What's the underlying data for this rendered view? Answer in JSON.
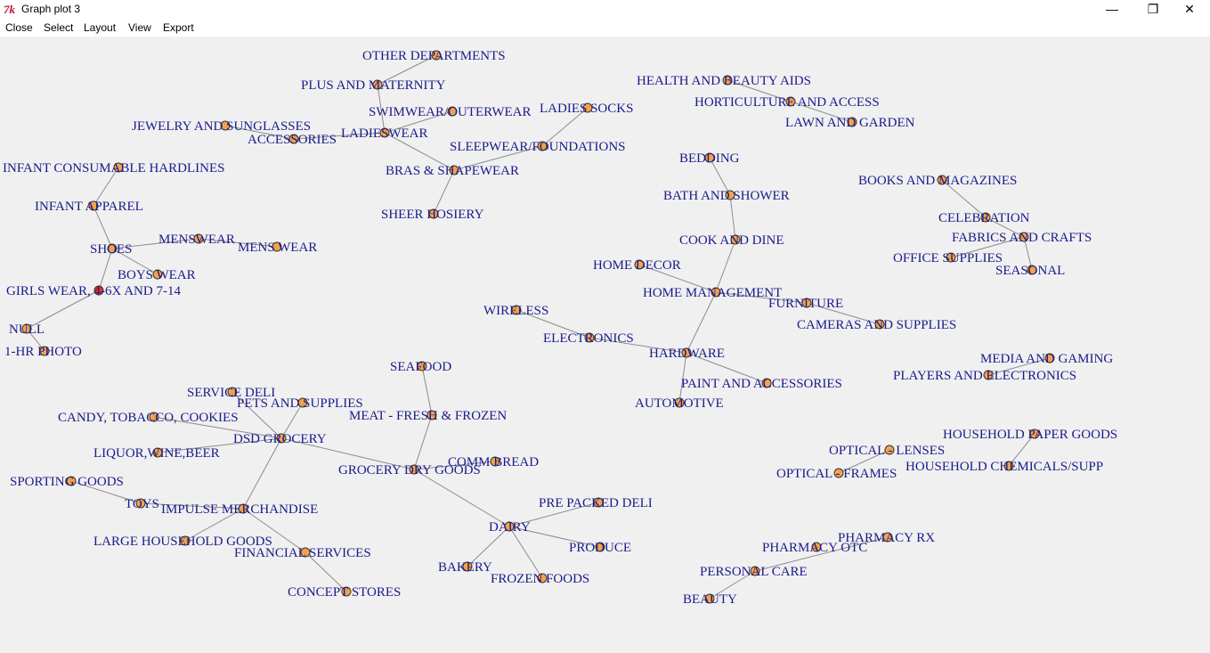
{
  "window": {
    "title": "Graph plot 3",
    "icon": "tk-icon",
    "minimize_glyph": "—",
    "maximize_glyph": "❐",
    "close_glyph": "✕"
  },
  "menu": [
    {
      "id": "close",
      "label": "Close"
    },
    {
      "id": "select",
      "label": "Select"
    },
    {
      "id": "layout",
      "label": "Layout"
    },
    {
      "id": "view",
      "label": "View"
    },
    {
      "id": "export",
      "label": "Export"
    }
  ],
  "colors": {
    "node_fill": "#f4a24a",
    "node_selected_fill": "#e8302a",
    "node_stroke": "#333333",
    "edge": "#8c8c8c",
    "label": "#1a1a8c",
    "canvas": "#f0f0f0"
  },
  "graph": {
    "nodes": [
      {
        "id": "other_departments",
        "label": "OTHER DEPARTMENTS"
      },
      {
        "id": "plus_maternity",
        "label": "PLUS AND MATERNITY"
      },
      {
        "id": "swimwear",
        "label": "SWIMWEAR/OUTERWEAR"
      },
      {
        "id": "ladies_socks",
        "label": "LADIES SOCKS"
      },
      {
        "id": "jewelry",
        "label": "JEWELRY AND SUNGLASSES"
      },
      {
        "id": "accessories",
        "label": "ACCESSORIES"
      },
      {
        "id": "ladieswear",
        "label": "LADIESWEAR"
      },
      {
        "id": "sleepwear",
        "label": "SLEEPWEAR/FOUNDATIONS"
      },
      {
        "id": "bras",
        "label": "BRAS & SHAPEWEAR"
      },
      {
        "id": "sheer_hosiery",
        "label": "SHEER HOSIERY"
      },
      {
        "id": "infant_hardlines",
        "label": "INFANT CONSUMABLE HARDLINES"
      },
      {
        "id": "infant_apparel",
        "label": "INFANT APPAREL"
      },
      {
        "id": "shoes",
        "label": "SHOES"
      },
      {
        "id": "menswear1",
        "label": "MENSWEAR"
      },
      {
        "id": "menswear2",
        "label": "MENS WEAR"
      },
      {
        "id": "boyswear",
        "label": "BOYS WEAR"
      },
      {
        "id": "girls_wear",
        "label": "GIRLS WEAR, 4-6X  AND 7-14",
        "selected": true
      },
      {
        "id": "null",
        "label": "NULL"
      },
      {
        "id": "one_hr_photo",
        "label": "1-HR PHOTO"
      },
      {
        "id": "health_beauty",
        "label": "HEALTH AND BEAUTY AIDS"
      },
      {
        "id": "horticulture",
        "label": "HORTICULTURE AND ACCESS"
      },
      {
        "id": "lawn_garden",
        "label": "LAWN AND GARDEN"
      },
      {
        "id": "bedding",
        "label": "BEDDING"
      },
      {
        "id": "bath_shower",
        "label": "BATH AND SHOWER"
      },
      {
        "id": "cook_dine",
        "label": "COOK AND DINE"
      },
      {
        "id": "home_decor",
        "label": "HOME DECOR"
      },
      {
        "id": "home_management",
        "label": "HOME MANAGEMENT"
      },
      {
        "id": "furniture",
        "label": "FURNITURE"
      },
      {
        "id": "cameras",
        "label": "CAMERAS AND SUPPLIES"
      },
      {
        "id": "wireless",
        "label": "WIRELESS"
      },
      {
        "id": "electronics",
        "label": "ELECTRONICS"
      },
      {
        "id": "hardware",
        "label": "HARDWARE"
      },
      {
        "id": "paint",
        "label": "PAINT AND ACCESSORIES"
      },
      {
        "id": "automotive",
        "label": "AUTOMOTIVE"
      },
      {
        "id": "books",
        "label": "BOOKS AND MAGAZINES"
      },
      {
        "id": "celebration",
        "label": "CELEBRATION"
      },
      {
        "id": "fabrics",
        "label": "FABRICS AND CRAFTS"
      },
      {
        "id": "office",
        "label": "OFFICE SUPPLIES"
      },
      {
        "id": "seasonal",
        "label": "SEASONAL"
      },
      {
        "id": "media_gaming",
        "label": "MEDIA AND GAMING"
      },
      {
        "id": "players",
        "label": "PLAYERS AND ELECTRONICS"
      },
      {
        "id": "seafood",
        "label": "SEAFOOD"
      },
      {
        "id": "service_deli",
        "label": "SERVICE DELI"
      },
      {
        "id": "pets",
        "label": "PETS AND SUPPLIES"
      },
      {
        "id": "meat",
        "label": "MEAT - FRESH & FROZEN"
      },
      {
        "id": "candy",
        "label": "CANDY, TOBACCO, COOKIES"
      },
      {
        "id": "dsd_grocery",
        "label": "DSD GROCERY"
      },
      {
        "id": "liquor",
        "label": "LIQUOR,WINE,BEER"
      },
      {
        "id": "comm_bread",
        "label": "COMM BREAD"
      },
      {
        "id": "grocery_dry",
        "label": "GROCERY DRY GOODS"
      },
      {
        "id": "sporting",
        "label": "SPORTING GOODS"
      },
      {
        "id": "toys",
        "label": "TOYS"
      },
      {
        "id": "impulse",
        "label": "IMPULSE MERCHANDISE"
      },
      {
        "id": "pre_packed_deli",
        "label": "PRE PACKED DELI"
      },
      {
        "id": "dairy",
        "label": "DAIRY"
      },
      {
        "id": "large_household",
        "label": "LARGE HOUSEHOLD GOODS"
      },
      {
        "id": "financial",
        "label": "FINANCIAL SERVICES"
      },
      {
        "id": "produce",
        "label": "PRODUCE"
      },
      {
        "id": "bakery",
        "label": "BAKERY"
      },
      {
        "id": "frozen",
        "label": "FROZEN FOODS"
      },
      {
        "id": "concept",
        "label": "CONCEPT STORES"
      },
      {
        "id": "household_paper",
        "label": "HOUSEHOLD PAPER GOODS"
      },
      {
        "id": "optical_lenses",
        "label": "OPTICAL - LENSES"
      },
      {
        "id": "household_chem",
        "label": "HOUSEHOLD CHEMICALS/SUPP"
      },
      {
        "id": "optical_frames",
        "label": "OPTICAL - FRAMES"
      },
      {
        "id": "pharmacy_rx",
        "label": "PHARMACY RX"
      },
      {
        "id": "pharmacy_otc",
        "label": "PHARMACY OTC"
      },
      {
        "id": "personal_care",
        "label": "PERSONAL CARE"
      },
      {
        "id": "beauty",
        "label": "BEAUTY"
      }
    ],
    "edges": [
      [
        "other_departments",
        "plus_maternity"
      ],
      [
        "plus_maternity",
        "ladieswear"
      ],
      [
        "swimwear",
        "ladieswear"
      ],
      [
        "ladieswear",
        "bras"
      ],
      [
        "jewelry",
        "accessories"
      ],
      [
        "accessories",
        "ladieswear"
      ],
      [
        "ladies_socks",
        "sleepwear"
      ],
      [
        "sleepwear",
        "bras"
      ],
      [
        "bras",
        "sheer_hosiery"
      ],
      [
        "infant_hardlines",
        "infant_apparel"
      ],
      [
        "infant_apparel",
        "shoes"
      ],
      [
        "shoes",
        "menswear1"
      ],
      [
        "shoes",
        "boyswear"
      ],
      [
        "shoes",
        "girls_wear"
      ],
      [
        "menswear1",
        "menswear2"
      ],
      [
        "girls_wear",
        "null"
      ],
      [
        "null",
        "one_hr_photo"
      ],
      [
        "health_beauty",
        "horticulture"
      ],
      [
        "horticulture",
        "lawn_garden"
      ],
      [
        "bedding",
        "bath_shower"
      ],
      [
        "bath_shower",
        "cook_dine"
      ],
      [
        "cook_dine",
        "home_management"
      ],
      [
        "home_decor",
        "home_management"
      ],
      [
        "home_management",
        "furniture"
      ],
      [
        "home_management",
        "hardware"
      ],
      [
        "furniture",
        "cameras"
      ],
      [
        "wireless",
        "electronics"
      ],
      [
        "electronics",
        "hardware"
      ],
      [
        "hardware",
        "paint"
      ],
      [
        "hardware",
        "automotive"
      ],
      [
        "books",
        "celebration"
      ],
      [
        "celebration",
        "fabrics"
      ],
      [
        "fabrics",
        "office"
      ],
      [
        "fabrics",
        "seasonal"
      ],
      [
        "media_gaming",
        "players"
      ],
      [
        "seafood",
        "meat"
      ],
      [
        "meat",
        "grocery_dry"
      ],
      [
        "service_deli",
        "dsd_grocery"
      ],
      [
        "pets",
        "dsd_grocery"
      ],
      [
        "candy",
        "dsd_grocery"
      ],
      [
        "liquor",
        "dsd_grocery"
      ],
      [
        "dsd_grocery",
        "grocery_dry"
      ],
      [
        "dsd_grocery",
        "impulse"
      ],
      [
        "comm_bread",
        "grocery_dry"
      ],
      [
        "grocery_dry",
        "dairy"
      ],
      [
        "sporting",
        "toys"
      ],
      [
        "toys",
        "impulse"
      ],
      [
        "impulse",
        "large_household"
      ],
      [
        "impulse",
        "financial"
      ],
      [
        "financial",
        "concept"
      ],
      [
        "pre_packed_deli",
        "dairy"
      ],
      [
        "dairy",
        "produce"
      ],
      [
        "dairy",
        "bakery"
      ],
      [
        "dairy",
        "frozen"
      ],
      [
        "household_paper",
        "household_chem"
      ],
      [
        "optical_lenses",
        "optical_frames"
      ],
      [
        "pharmacy_rx",
        "personal_care"
      ],
      [
        "personal_care",
        "beauty"
      ]
    ]
  }
}
